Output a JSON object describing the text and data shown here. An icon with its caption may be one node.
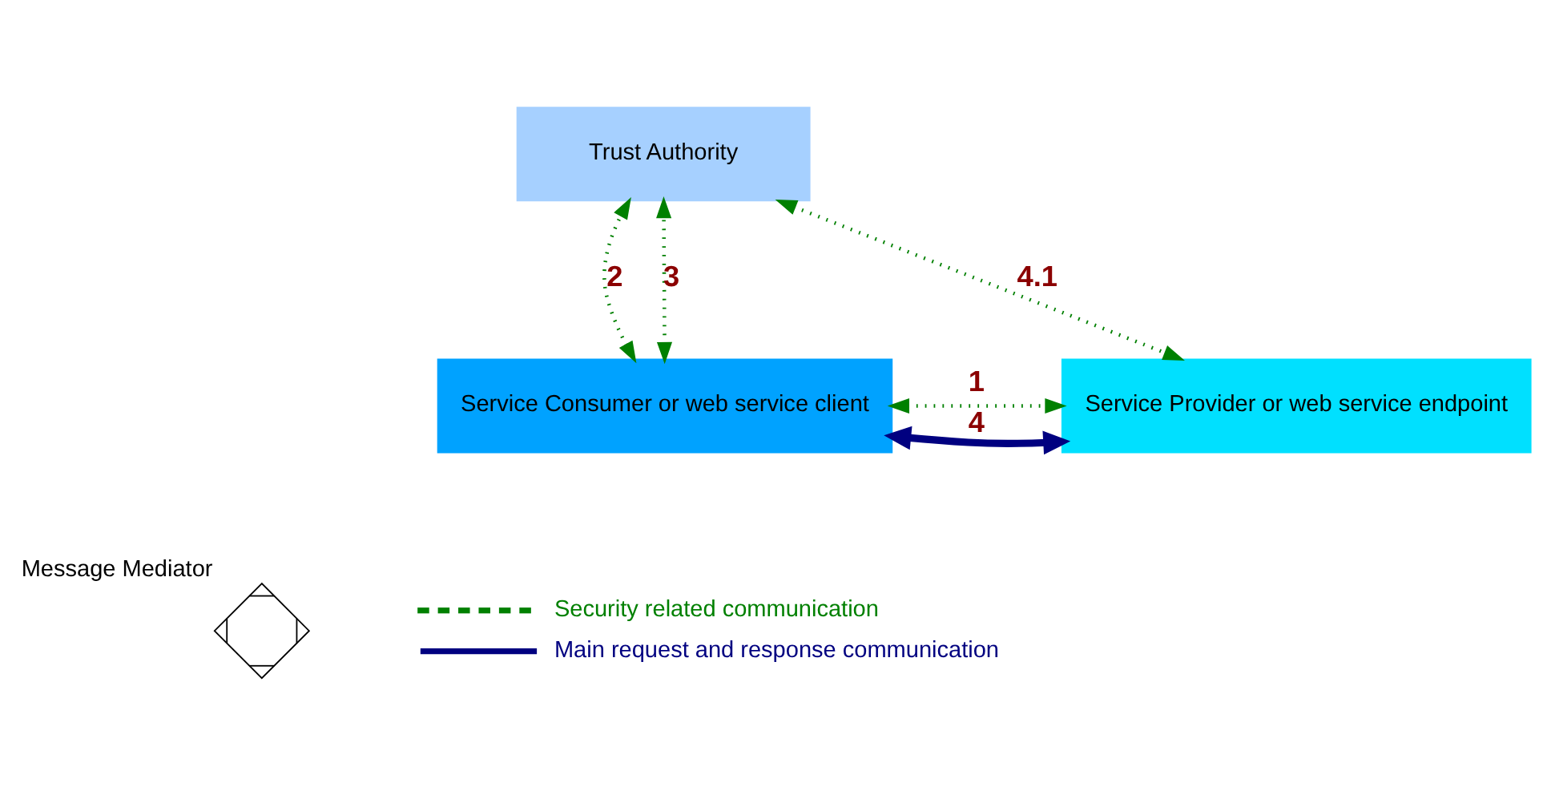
{
  "diagram": {
    "nodes": [
      {
        "text": [
          "Trust Authority"
        ]
      },
      {
        "text": [
          "Service Consumer or web service client"
        ]
      },
      {
        "text": [
          "Message Mediator"
        ]
      },
      {
        "text": [
          "Service Provider or web service endpoint"
        ]
      }
    ],
    "edges": [
      {
        "from": 1,
        "to": 3,
        "arrow": "both",
        "label": "1",
        "style": "dashed"
      },
      {
        "from": 1,
        "to": 0,
        "arrow": "both",
        "label": "2",
        "style": "dashed"
      },
      {
        "from": 1,
        "to": 0,
        "arrow": "both",
        "label": "3",
        "style": "dashed"
      },
      {
        "from": 1,
        "to": 3,
        "arrow": "both",
        "label": "4",
        "style": "thick",
        "color": "#000080"
      },
      {
        "from": 0,
        "to": 3,
        "arrow": "both",
        "label": "4.1",
        "style": "dashed"
      }
    ],
    "legend": [
      {
        "text": "Security related communication"
      },
      {
        "text": "Main request and response communication"
      }
    ]
  }
}
